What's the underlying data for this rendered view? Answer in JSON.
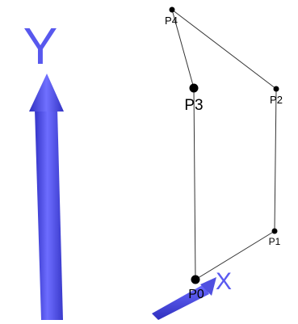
{
  "axes": {
    "y_label": "Y",
    "x_label": "X",
    "color": "#5858ee"
  },
  "points": [
    {
      "label": "P0"
    },
    {
      "label": "P1"
    },
    {
      "label": "P2"
    },
    {
      "label": "P3"
    },
    {
      "label": "P4"
    }
  ],
  "polygon_color": "#333333"
}
